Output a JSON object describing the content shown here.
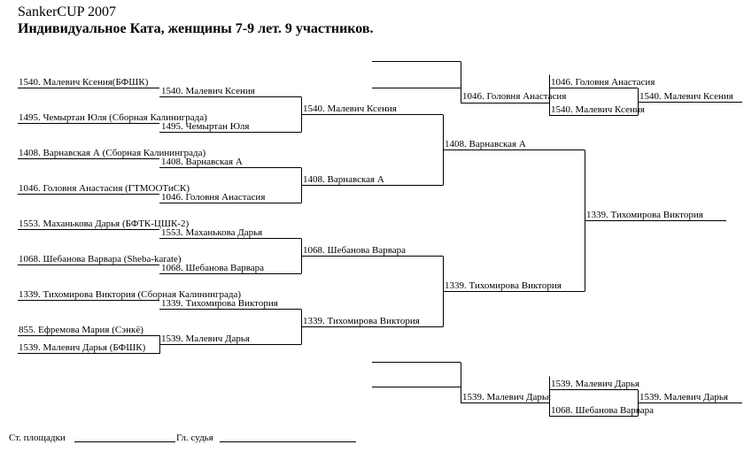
{
  "header": {
    "title": "SankerCUP 2007",
    "subtitle": "Индивидуальное Ката, женщины 7-9 лет. 9 участников."
  },
  "round1": [
    "1540. Малевич Ксения(БФШК)",
    "1495. Чемыртан Юля (Сборная Калиниграда)",
    "1408. Варнавская А (Сборная Калининграда)",
    "1046. Головня Анастасия (ГТМООТиСК)",
    "1553. Маханькова Дарья (БФТК-ЦШК-2)",
    "1068. Шебанова Варвара (Sheba-karate)",
    "1339. Тихомирова Виктория (Сборная Калининграда)",
    "855. Ефремова Мария (Сэнкё)",
    "1539. Малевич Дарья (БФШК)"
  ],
  "round2": [
    "1540. Малевич Ксения",
    "1495. Чемыртан Юля",
    "1408. Варнавская А",
    "1046. Головня Анастасия",
    "1553. Маханькова Дарья",
    "1068. Шебанова Варвара",
    "1339. Тихомирова Виктория",
    "1539. Малевич Дарья"
  ],
  "round3": [
    "1540. Малевич Ксения",
    "1408. Варнавская А",
    "1068. Шебанова Варвара",
    "1339. Тихомирова Виктория"
  ],
  "round4": [
    "1408. Варнавская А",
    "1339. Тихомирова Виктория"
  ],
  "final": "1339. Тихомирова Виктория",
  "repechage_top": {
    "semi_a": "1046. Головня Анастасия",
    "semi_b": "1540. Малевич Ксения",
    "mid": "1046. Головня Анастасия",
    "winner": "1540. Малевич Ксения"
  },
  "repechage_bottom": {
    "semi_a": "1539. Малевич Дарья",
    "semi_b": "1068. Шебанова Варвара",
    "mid": "1539. Малевич Дарья",
    "winner": "1539. Малевич Дарья"
  },
  "footer": {
    "mat_referee": "Ст. площадки",
    "chief_judge": "Гл. судья"
  }
}
